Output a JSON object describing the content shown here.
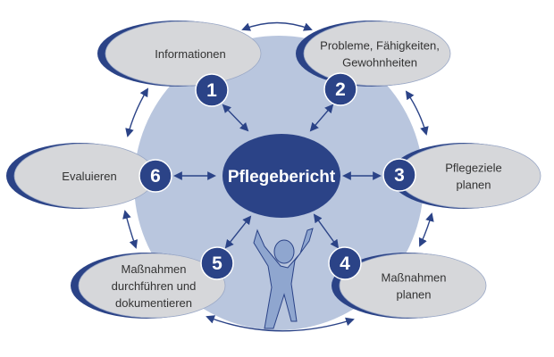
{
  "center": {
    "label": "Pflegebericht"
  },
  "steps": [
    {
      "number": "1",
      "lines": [
        "Informationen"
      ]
    },
    {
      "number": "2",
      "lines": [
        "Probleme, Fähigkeiten,",
        "Gewohnheiten"
      ]
    },
    {
      "number": "3",
      "lines": [
        "Pflegeziele",
        "planen"
      ]
    },
    {
      "number": "4",
      "lines": [
        "Maßnahmen",
        "planen"
      ]
    },
    {
      "number": "5",
      "lines": [
        "Maßnahmen",
        "durchführen und",
        "dokumentieren"
      ]
    },
    {
      "number": "6",
      "lines": [
        "Evaluieren"
      ]
    }
  ],
  "colors": {
    "dark_blue": "#2b4387",
    "light_blue": "#b9c6de",
    "gray": "#d6d7da",
    "figure": "#8fa6cf"
  }
}
